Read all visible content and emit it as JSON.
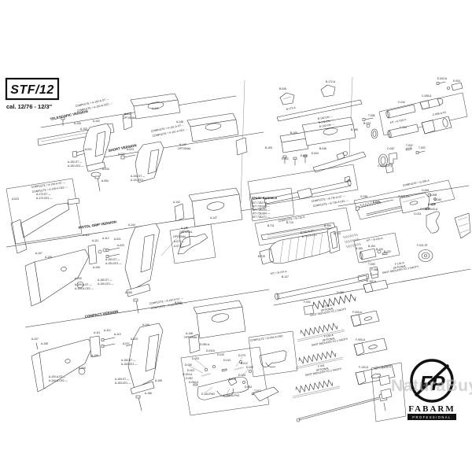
{
  "header": {
    "model": "STF/12",
    "caliber": "cal. 12/76 - 12/3\""
  },
  "watermark": {
    "text": "NaturaBuy",
    "color": "#b9b9b9"
  },
  "brand": {
    "fp": "FP",
    "name": "FABARM",
    "tagline": "PROFESSIONAL"
  },
  "colors": {
    "ink": "#2a2a2a",
    "paper": "#ffffff"
  },
  "labels": {
    "sections": [
      [
        "TELESCOPIC VERSION",
        64,
        153,
        -12,
        4.4,
        1
      ],
      [
        "SHORT VERSION",
        138,
        193,
        -11,
        4.4,
        1
      ],
      [
        "PISTOL GRIP VERSION",
        100,
        291,
        -9,
        4.4,
        1
      ],
      [
        "COMPACT VERSION",
        108,
        404,
        -9,
        4.4,
        1
      ],
      [
        "SPARE BARRELS",
        320,
        253,
        0,
        3.8,
        1
      ]
    ],
    "assemblies": [
      [
        "COMPLETE = A-150-A-ST —",
        96,
        136,
        -12
      ],
      [
        "COMPLETE = A-150-A-CE2 —",
        98,
        142,
        -12
      ],
      [
        "COMPLETE = A-151-A-ST —",
        192,
        168,
        -11
      ],
      [
        "COMPLETE = A-151-A-CE1 —",
        194,
        174,
        -11
      ],
      [
        "COMPLETE = A-150-A-ST —",
        40,
        239,
        -8
      ],
      [
        "COMPLETE = A-150-A-CE2 —",
        41,
        245,
        -8
      ],
      [
        "COMPLETE = A-150-A-ST —",
        190,
        387,
        -9
      ],
      [
        "COMPLETE = A-150-A-CE1 —",
        192,
        393,
        -9
      ],
      [
        "COMPLETE = B-730-A-ST —",
        396,
        257,
        -9
      ],
      [
        "COMPLETE = B-730-A-CE1 —",
        398,
        263,
        -9
      ],
      [
        "COMPLETE = B-720-A",
        354,
        282,
        -9
      ],
      [
        "COMPLETE = G-030-A",
        512,
        237,
        -11
      ],
      [
        "COMPLETE = D-052-A-FNO",
        318,
        434,
        -8
      ],
      [
        "KIT = E-015-A",
        496,
        157,
        -11
      ],
      [
        "KIT = B-145-A",
        466,
        307,
        -9
      ],
      [
        "KIT = M-034-A",
        476,
        470,
        -8
      ],
      [
        "KIT = B-707-A",
        344,
        349,
        -8
      ],
      [
        "B-182-CM —",
        404,
        152,
        -9
      ],
      [
        "B-142-CM —",
        405,
        157,
        -9
      ],
      [
        "B-102-CM —",
        406,
        162,
        -9
      ]
    ],
    "spare_barrels": [
      [
        "KIT 728.074 —",
        321,
        259
      ],
      [
        "KIT 728.084 —",
        321,
        263.5
      ],
      [
        "KIT 728.094 —",
        321,
        268
      ],
      [
        "KIT 728.064 —",
        321,
        272.5
      ],
      [
        "KIT 728.071 —",
        321,
        277
      ]
    ],
    "shot_reducers": [
      [
        "F-145-A",
        502,
        337,
        -10
      ],
      [
        "OPTIONAL",
        500,
        342,
        -10
      ],
      [
        "SHOT REDUCER TO 3 SHOTS",
        486,
        348,
        -10
      ],
      [
        "F-154-A",
        410,
        391,
        -10
      ],
      [
        "OPTIONAL",
        408,
        396,
        -10
      ],
      [
        "SHOT REDUCER TO 2 SHOTS",
        394,
        402,
        -10
      ],
      [
        "F-144-A",
        412,
        429,
        -10
      ],
      [
        "OPTIONAL",
        410,
        434,
        -10
      ],
      [
        "SHOT REDUCER TO 2 SHOTS",
        396,
        440,
        -10
      ],
      [
        "F-402",
        404,
        467,
        -10
      ],
      [
        "OPTIONAL",
        402,
        472,
        -10
      ],
      [
        "SHOT REDUCER TO 2 SHOTS",
        388,
        478,
        -10
      ]
    ],
    "parts": [
      [
        "A-105",
        94,
        158
      ],
      [
        "A-102",
        118,
        155
      ],
      [
        "A-103",
        102,
        165
      ],
      [
        "A-021",
        108,
        191
      ],
      [
        "A-152-ST —",
        86,
        207
      ],
      [
        "A-152-CE1 —",
        86,
        212
      ],
      [
        "A-034",
        130,
        216
      ],
      [
        "A-054",
        129,
        231
      ],
      [
        "A-023",
        15,
        254
      ],
      [
        "A-170-ST —",
        46,
        248
      ],
      [
        "A-170-CE2 —",
        46,
        253
      ],
      [
        "A-142",
        158,
        146
      ],
      [
        "OPTIONAL",
        156,
        151
      ],
      [
        "A-141",
        193,
        139
      ],
      [
        "A-148",
        224,
        156
      ],
      [
        "A-142",
        228,
        185
      ],
      [
        "OPTIONAL",
        226,
        190
      ],
      [
        "A-101-ST —",
        166,
        225
      ],
      [
        "A-101-CE1 —",
        166,
        230
      ],
      [
        "A-021",
        150,
        197
      ],
      [
        "A-023",
        161,
        191
      ],
      [
        "A-107",
        45,
        323
      ],
      [
        "A-108",
        57,
        328
      ],
      [
        "A-109-A-ST —",
        95,
        363
      ],
      [
        "A-109-A-CE2 —",
        95,
        368
      ],
      [
        "A-230",
        95,
        355
      ],
      [
        "A-111",
        117,
        307
      ],
      [
        "A-112",
        130,
        304
      ],
      [
        "A-113",
        105,
        300
      ],
      [
        "A-106",
        118,
        341
      ],
      [
        "A-144",
        163,
        287
      ],
      [
        "A-021",
        145,
        305
      ],
      [
        "A-023",
        149,
        313
      ],
      [
        "A-153-ST —",
        134,
        331
      ],
      [
        "A-153-CE1 —",
        134,
        336
      ],
      [
        "A-150-ST —",
        124,
        357
      ],
      [
        "A-150-CE1 —",
        124,
        362
      ],
      [
        "A-155",
        159,
        373
      ],
      [
        "A-142",
        220,
        258
      ],
      [
        "A-146",
        230,
        291
      ],
      [
        "OPTIONAL",
        228,
        296
      ],
      [
        "A-147",
        267,
        278
      ],
      [
        "OPTIONAL",
        220,
        302
      ],
      [
        "A-072 —",
        221,
        308
      ],
      [
        "A-073 —",
        221,
        314
      ],
      [
        "A-107",
        40,
        432
      ],
      [
        "A-108",
        52,
        438
      ],
      [
        "A-230",
        100,
        469
      ],
      [
        "A-100-A-ST —",
        62,
        480
      ],
      [
        "A-100-A-CE2 —",
        62,
        485
      ],
      [
        "A-111",
        119,
        424
      ],
      [
        "A-112",
        132,
        421
      ],
      [
        "A-113",
        145,
        426
      ],
      [
        "A-106",
        116,
        453
      ],
      [
        "A-144",
        181,
        414
      ],
      [
        "B-002",
        222,
        386
      ],
      [
        "A-021",
        156,
        438
      ],
      [
        "A-023",
        166,
        432
      ],
      [
        "A-152-ST —",
        154,
        459
      ],
      [
        "A-152-CE1 —",
        154,
        464
      ],
      [
        "A-153-ST —",
        146,
        483
      ],
      [
        "A-153-CE1 —",
        146,
        488
      ],
      [
        "A-155",
        197,
        485
      ],
      [
        "A-156",
        184,
        501
      ],
      [
        "A-148",
        236,
        425
      ],
      [
        "OPTIONAL",
        234,
        430
      ],
      [
        "B-045",
        355,
        114
      ],
      [
        "B-172-A",
        414,
        105
      ],
      [
        "B-170-A",
        364,
        140,
        -11
      ],
      [
        "B-100",
        369,
        170
      ],
      [
        "B-105",
        337,
        189
      ],
      [
        "B-185",
        446,
        166
      ],
      [
        "E-005",
        382,
        199
      ],
      [
        "E-004",
        396,
        196
      ],
      [
        "E-002",
        358,
        203
      ],
      [
        "B-046",
        406,
        190
      ],
      [
        "B-711",
        340,
        288
      ],
      [
        "B-713",
        364,
        284
      ],
      [
        "B-728",
        328,
        327
      ],
      [
        "B-705",
        412,
        288
      ],
      [
        "B-703",
        424,
        298
      ],
      [
        "B-720-A-ST —",
        382,
        297,
        -9
      ],
      [
        "B-720-A-CE1 —",
        384,
        302,
        -9
      ],
      [
        "B-147",
        358,
        353
      ],
      [
        "F-060",
        472,
        344
      ],
      [
        "G-050",
        428,
        373
      ],
      [
        "F-002",
        386,
        385
      ],
      [
        "F-153-A",
        466,
        359
      ],
      [
        "F-003-A",
        448,
        398
      ],
      [
        "F-053-A",
        452,
        433
      ],
      [
        "F-103-A",
        456,
        468
      ],
      [
        "D-050-A",
        254,
        439
      ],
      [
        "D-011A",
        262,
        447
      ],
      [
        "D-010",
        276,
        452
      ],
      [
        "D-003",
        244,
        457
      ],
      [
        "D-030",
        235,
        465
      ],
      [
        "D-023",
        238,
        472
      ],
      [
        "D-103-A",
        232,
        477
      ],
      [
        "D-052",
        236,
        482
      ],
      [
        "D-006-A",
        240,
        487
      ],
      [
        "D-013",
        284,
        459
      ],
      [
        "D-073",
        303,
        453
      ],
      [
        "B-012",
        306,
        463
      ],
      [
        "D-020",
        313,
        468
      ],
      [
        "D-024",
        303,
        478
      ],
      [
        "D-014",
        291,
        483
      ],
      [
        "D-054",
        311,
        493
      ],
      [
        "T-012",
        323,
        498
      ],
      [
        "D-144-FNO",
        256,
        502
      ],
      [
        "D-005-A-FNO",
        284,
        504
      ],
      [
        "C-010",
        506,
        131
      ],
      [
        "C-008-A",
        536,
        123
      ],
      [
        "C-014",
        508,
        163
      ],
      [
        "C-008-A-FC",
        550,
        147,
        -11
      ],
      [
        "T-008",
        468,
        148
      ],
      [
        "B-023",
        462,
        158
      ],
      [
        "C-042",
        492,
        190
      ],
      [
        "T-022",
        516,
        186
      ],
      [
        "T-020",
        532,
        189
      ],
      [
        "C-008-A-FO",
        480,
        212
      ],
      [
        "E-002-A",
        556,
        101
      ],
      [
        "E-004",
        576,
        104
      ],
      [
        "G-035",
        458,
        251
      ],
      [
        "G-015",
        474,
        258
      ],
      [
        "G-005-FC",
        506,
        251
      ],
      [
        "G-006",
        536,
        243
      ],
      [
        "G-008",
        546,
        249
      ],
      [
        "G-040",
        552,
        255
      ],
      [
        "G-043",
        544,
        261
      ],
      [
        "G-010",
        534,
        267
      ],
      [
        "G-013",
        526,
        273
      ],
      [
        "E-040-A",
        544,
        267
      ],
      [
        "B-155",
        452,
        317
      ],
      [
        "B-154",
        468,
        314
      ],
      [
        "B-134",
        478,
        318
      ],
      [
        "B-132",
        488,
        321
      ],
      [
        "F-021-ST",
        530,
        313
      ],
      [
        "T-039",
        468,
        337
      ]
    ]
  }
}
